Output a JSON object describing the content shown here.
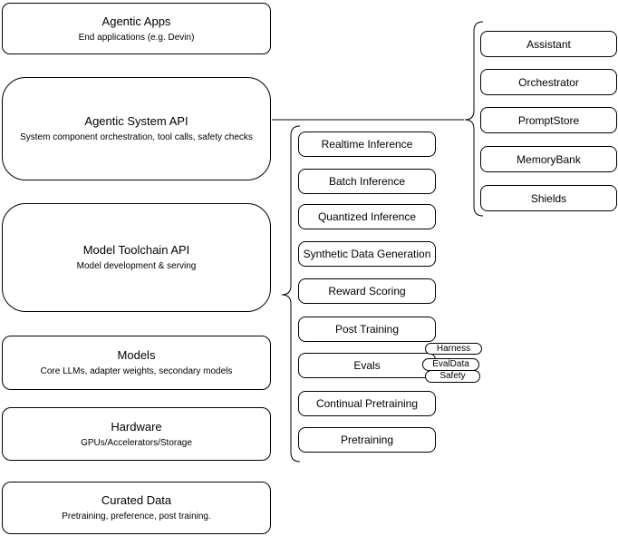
{
  "diagram": {
    "layers": [
      {
        "title": "Agentic Apps",
        "subtitle": "End applications (e.g. Devin)"
      },
      {
        "title": "Agentic System API",
        "subtitle": "System component orchestration, tool calls, safety checks"
      },
      {
        "title": "Model Toolchain API",
        "subtitle": "Model development & serving"
      },
      {
        "title": "Models",
        "subtitle": "Core LLMs, adapter weights, secondary models"
      },
      {
        "title": "Hardware",
        "subtitle": "GPUs/Accelerators/Storage"
      },
      {
        "title": "Curated Data",
        "subtitle": "Pretraining, preference, post training."
      }
    ],
    "toolchain": {
      "items": [
        "Realtime Inference",
        "Batch Inference",
        "Quantized Inference",
        "Synthetic Data Generation",
        "Reward Scoring",
        "Post Training",
        "Evals",
        "Continual Pretraining",
        "Pretraining"
      ],
      "eval_tags": [
        "Harness",
        "EvalData",
        "Safety"
      ]
    },
    "system_components": [
      "Assistant",
      "Orchestrator",
      "PromptStore",
      "MemoryBank",
      "Shields"
    ],
    "colors": {
      "stroke": "#000000",
      "fill": "#ffffff",
      "text": "#000000",
      "background": "#ffffff"
    }
  }
}
